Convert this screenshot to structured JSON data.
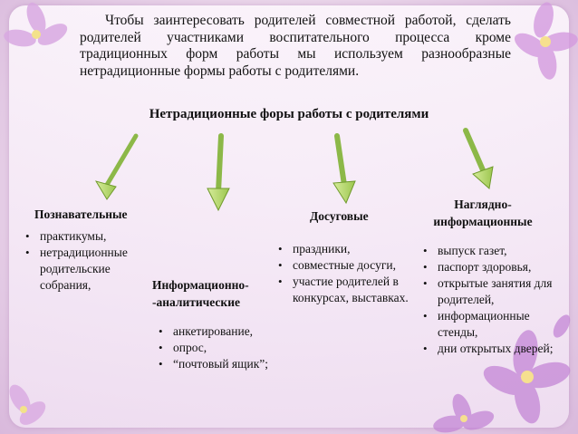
{
  "intro_text": "Чтобы заинтересовать родителей совместной работой, сделать родителей участниками воспитательного процесса кроме традиционных форм работы мы используем разнообразные нетрадиционные формы работы с родителями.",
  "main_title": "Нетрадиционные форы работы с родителями",
  "categories": [
    {
      "title_lines": [
        "Познавательные"
      ],
      "items": [
        "практикумы,",
        "нетрадиционные родительские собрания,"
      ]
    },
    {
      "title_lines": [
        "Информационно-",
        "-аналитические"
      ],
      "items": [
        "анкетирование,",
        "опрос,",
        "“почтовый ящик”;"
      ]
    },
    {
      "title_lines": [
        "Досуговые"
      ],
      "items": [
        "праздники,",
        "совместные досуги,",
        "участие родителей в конкурсах, выставках."
      ]
    },
    {
      "title_lines": [
        "Наглядно-",
        "информационные"
      ],
      "items": [
        "выпуск газет,",
        "паспорт здоровья,",
        "открытые занятия для родителей,",
        "информационные стенды,",
        "дни открытых дверей;"
      ]
    }
  ],
  "colors": {
    "arrow_fill": "#b5d66a",
    "arrow_stroke": "#6f9a2c",
    "frame_border": "#c9a6cf",
    "flower_petal": "#c58ad6"
  }
}
